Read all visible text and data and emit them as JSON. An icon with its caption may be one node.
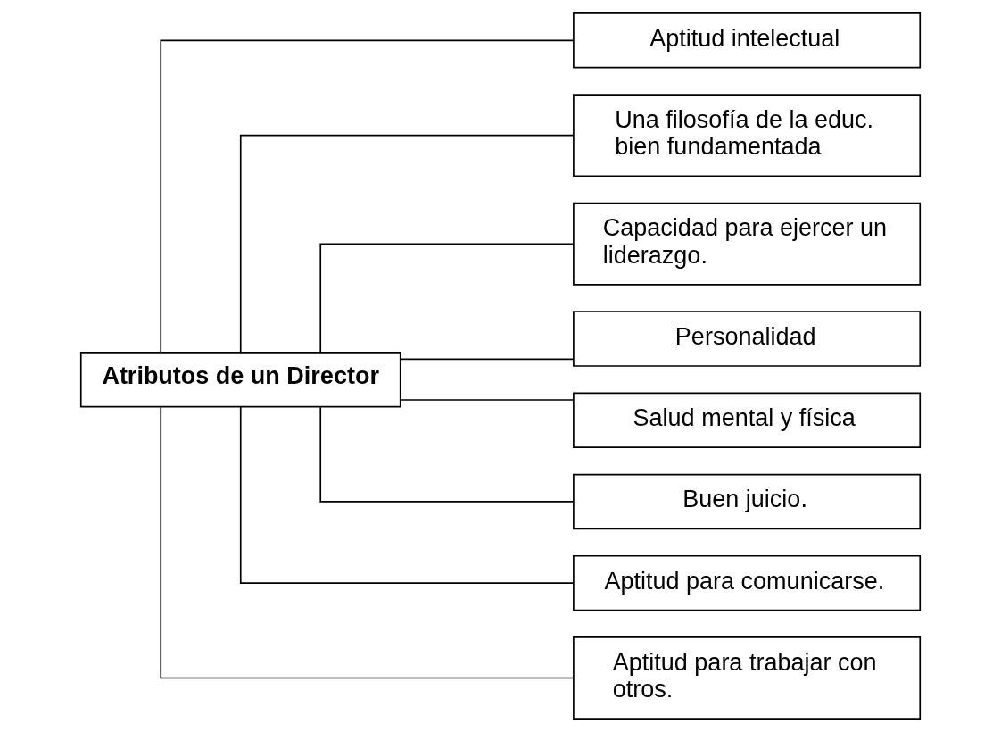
{
  "diagram": {
    "nodes": [
      {
        "text": [
          "Atributos de un Director"
        ]
      },
      {
        "text": [
          "Aptitud intelectual"
        ]
      },
      {
        "text": [
          "Una filosofía de la educ. bien fundamentada"
        ]
      },
      {
        "text": [
          "Capacidad para ejercer un liderazgo."
        ]
      },
      {
        "text": [
          "Personalidad"
        ]
      },
      {
        "text": [
          "Salud mental y física"
        ]
      },
      {
        "text": [
          "Buen juicio."
        ]
      },
      {
        "text": [
          "Aptitud para comunicarse."
        ]
      },
      {
        "text": [
          "Aptitud para trabajar con otros."
        ]
      }
    ],
    "edges": [
      {
        "from": 0,
        "to": 1,
        "arrow": "none"
      },
      {
        "from": 0,
        "to": 2,
        "arrow": "none"
      },
      {
        "from": 0,
        "to": 3,
        "arrow": "none"
      },
      {
        "from": 0,
        "to": 4,
        "arrow": "none"
      },
      {
        "from": 0,
        "to": 5,
        "arrow": "none"
      },
      {
        "from": 0,
        "to": 6,
        "arrow": "none"
      },
      {
        "from": 0,
        "to": 7,
        "arrow": "none"
      },
      {
        "from": 0,
        "to": 8,
        "arrow": "none"
      }
    ]
  }
}
